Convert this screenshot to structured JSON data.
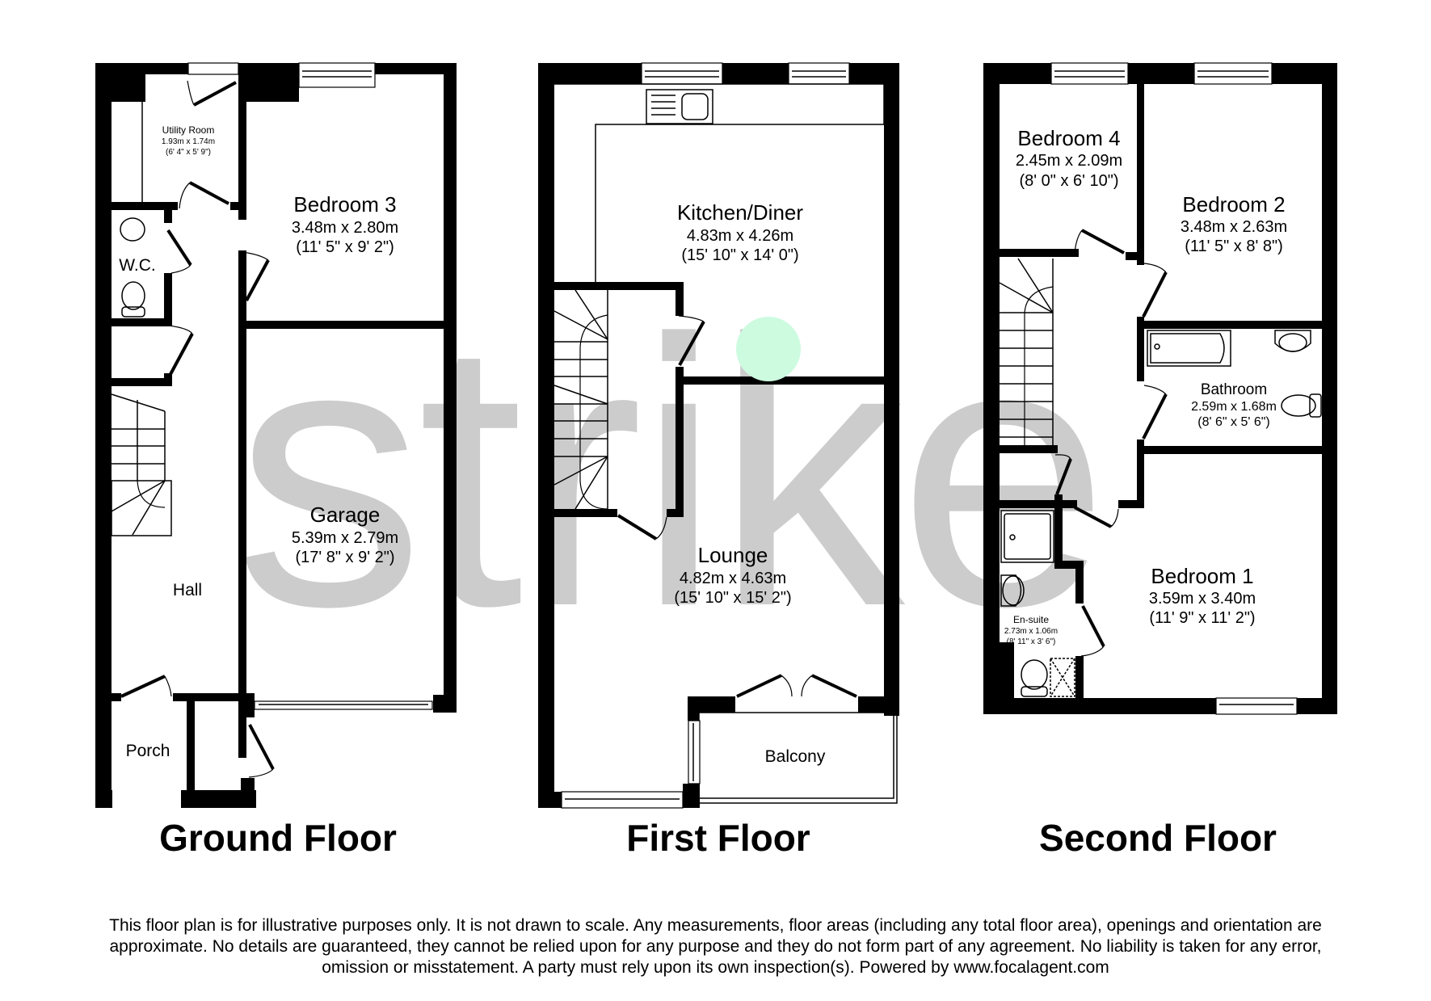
{
  "watermark": {
    "text": "strike",
    "color": "#cccccc"
  },
  "marker": {
    "color": "#ccfbe0"
  },
  "floors": [
    {
      "title": "Ground Floor",
      "rooms": [
        {
          "name": "Utility Room",
          "dims_m": "1.93m x 1.74m",
          "dims_ft": "(6' 4\" x 5' 9\")"
        },
        {
          "name": "Bedroom 3",
          "dims_m": "3.48m x 2.80m",
          "dims_ft": "(11' 5\" x 9' 2\")"
        },
        {
          "name": "W.C."
        },
        {
          "name": "Garage",
          "dims_m": "5.39m x 2.79m",
          "dims_ft": "(17' 8\" x 9' 2\")"
        },
        {
          "name": "Hall"
        },
        {
          "name": "Porch"
        }
      ]
    },
    {
      "title": "First Floor",
      "rooms": [
        {
          "name": "Kitchen/Diner",
          "dims_m": "4.83m x 4.26m",
          "dims_ft": "(15' 10\" x 14' 0\")"
        },
        {
          "name": "Lounge",
          "dims_m": "4.82m x 4.63m",
          "dims_ft": "(15' 10\" x 15' 2\")"
        },
        {
          "name": "Balcony"
        }
      ]
    },
    {
      "title": "Second Floor",
      "rooms": [
        {
          "name": "Bedroom 4",
          "dims_m": "2.45m x 2.09m",
          "dims_ft": "(8' 0\" x 6' 10\")"
        },
        {
          "name": "Bedroom 2",
          "dims_m": "3.48m x 2.63m",
          "dims_ft": "(11' 5\" x 8' 8\")"
        },
        {
          "name": "Bathroom",
          "dims_m": "2.59m x 1.68m",
          "dims_ft": "(8' 6\" x 5' 6\")"
        },
        {
          "name": "Bedroom 1",
          "dims_m": "3.59m x 3.40m",
          "dims_ft": "(11' 9\" x 11' 2\")"
        },
        {
          "name": "En-suite",
          "dims_m": "2.73m x 1.06m",
          "dims_ft": "(8' 11\" x 3' 6\")"
        }
      ]
    }
  ],
  "disclaimer": {
    "lines": [
      "This floor plan is for illustrative purposes only. It is not drawn to scale. Any measurements, floor areas (including any total floor area), openings and orientation are",
      "approximate. No details are guaranteed, they cannot be relied upon for any purpose and they do not form part of any agreement. No liability is taken for any error,",
      "omission or misstatement. A party must rely upon its own inspection(s). Powered by www.focalagent.com"
    ]
  }
}
